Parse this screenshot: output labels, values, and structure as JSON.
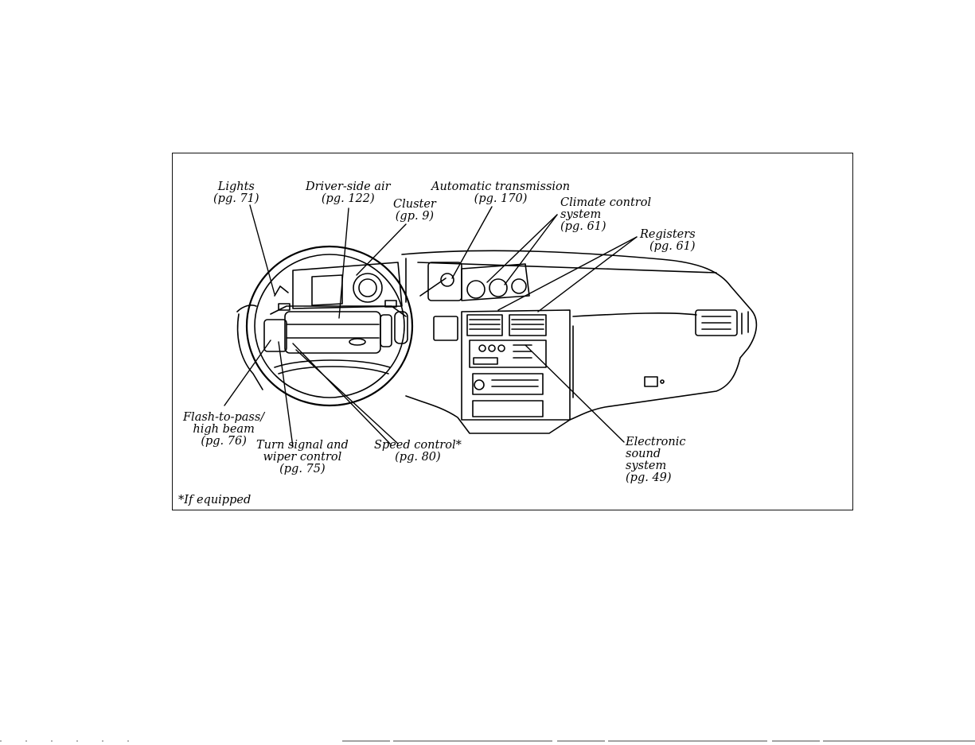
{
  "labels": {
    "lights": {
      "name": "Lights",
      "page": "(pg. 71)"
    },
    "driver_air": {
      "name": "Driver-side air",
      "page": "(pg. 122)"
    },
    "cluster": {
      "name": "Cluster",
      "page": "(gp. 9)"
    },
    "transmission": {
      "name": "Automatic transmission",
      "page": "(pg. 170)"
    },
    "climate": {
      "line1": "Climate control",
      "line2": "system",
      "page": "(pg. 61)"
    },
    "registers": {
      "name": "Registers",
      "page": "(pg. 61)"
    },
    "flash": {
      "line1": "Flash-to-pass/",
      "line2": "high beam",
      "page": "(pg. 76)"
    },
    "turn": {
      "line1": "Turn signal and",
      "line2": "wiper control",
      "page": "(pg. 75)"
    },
    "speed": {
      "name": "Speed control*",
      "page": "(pg. 80)"
    },
    "sound": {
      "line1": "Electronic",
      "line2": "sound",
      "line3": "system",
      "page": "(pg. 49)"
    }
  },
  "footnote": "*If equipped"
}
